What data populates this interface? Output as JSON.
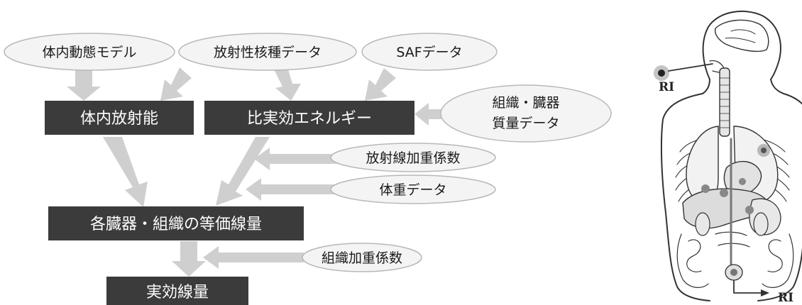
{
  "inputs": {
    "biokinetic_model": "体内動態モデル",
    "radionuclide_data": "放射性核種データ",
    "saf_data": "SAFデータ",
    "organ_mass_line1": "組織・臓器",
    "organ_mass_line2": "質量データ",
    "radiation_weighting": "放射線加重係数",
    "body_weight": "体重データ",
    "tissue_weighting": "組織加重係数"
  },
  "steps": {
    "internal_activity": "体内放射能",
    "specific_effective_energy": "比実効エネルギー",
    "equivalent_dose": "各臓器・組織の等価線量",
    "effective_dose": "実効線量"
  },
  "figure": {
    "ri_intake": "RI",
    "ri_excretion": "RI"
  },
  "colors": {
    "box": "#3b3b3b",
    "arrow": "#cfcfcf",
    "ellipse_fill": "#f4f4f4",
    "ellipse_stroke": "#b8b8b8"
  }
}
